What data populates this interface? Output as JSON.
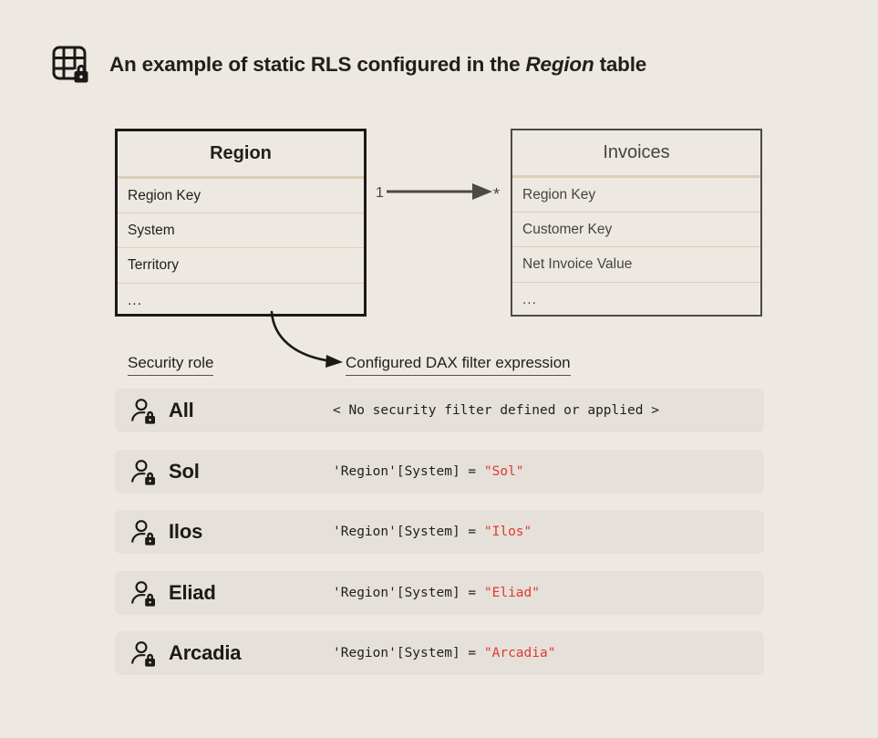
{
  "title": {
    "icon": "table-lock-icon",
    "text_before": "An example of static RLS configured in the ",
    "emphasis": "Region",
    "text_after": " table"
  },
  "model": {
    "relationship": {
      "from_cardinality": "1",
      "to_cardinality": "*",
      "arrow": "arrow-right-icon"
    },
    "tables": [
      {
        "name": "Region",
        "fields": [
          "Region Key",
          "System",
          "Territory",
          "..."
        ]
      },
      {
        "name": "Invoices",
        "fields": [
          "Region Key",
          "Customer Key",
          "Net Invoice Value",
          "..."
        ]
      }
    ]
  },
  "columns": {
    "security_role": "Security role",
    "dax_expression": "Configured DAX filter expression"
  },
  "roles": [
    {
      "icon": "user-lock-icon",
      "name": "All",
      "dax_prefix": "< No security filter defined or applied >",
      "dax_string": ""
    },
    {
      "icon": "user-lock-icon",
      "name": "Sol",
      "dax_prefix": "'Region'[System] = ",
      "dax_string": "\"Sol\""
    },
    {
      "icon": "user-lock-icon",
      "name": "Ilos",
      "dax_prefix": "'Region'[System] = ",
      "dax_string": "\"Ilos\""
    },
    {
      "icon": "user-lock-icon",
      "name": "Eliad",
      "dax_prefix": "'Region'[System] = ",
      "dax_string": "\"Eliad\""
    },
    {
      "icon": "user-lock-icon",
      "name": "Arcadia",
      "dax_prefix": "'Region'[System] = ",
      "dax_string": "\"Arcadia\""
    }
  ],
  "colors": {
    "background": "#EDE8E1",
    "row_background": "#E5E0DA",
    "separator": "#DCCFB8",
    "ink": "#201F1D",
    "muted_ink": "#46443F",
    "string_literal": "#E03A2C"
  }
}
